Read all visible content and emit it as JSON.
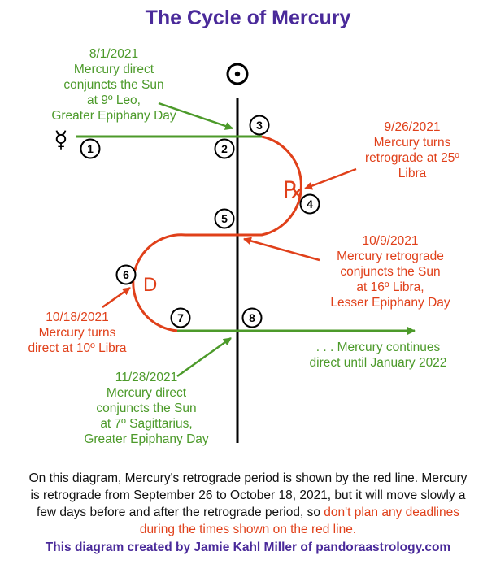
{
  "title": "The Cycle of Mercury",
  "symbols": {
    "sun": "sun-symbol",
    "mercury": "☿",
    "retrograde": "℞",
    "direct": "D"
  },
  "points": [
    "1",
    "2",
    "3",
    "4",
    "5",
    "6",
    "7",
    "8"
  ],
  "labels": {
    "aug": [
      "8/1/2021",
      "Mercury direct",
      "conjuncts the Sun",
      "at 9º Leo,",
      "Greater Epiphany Day"
    ],
    "sep": [
      "9/26/2021",
      "Mercury turns",
      "retrograde at 25º",
      "Libra"
    ],
    "oct9": [
      "10/9/2021",
      "Mercury retrograde",
      "conjuncts the Sun",
      "at 16º Libra,",
      "Lesser Epiphany Day"
    ],
    "oct18": [
      "10/18/2021",
      "Mercury turns",
      "direct at 10º Libra"
    ],
    "continues": [
      ". . . Mercury continues",
      "direct until January 2022"
    ],
    "nov": [
      "11/28/2021",
      "Mercury direct",
      "conjuncts the Sun",
      "at 7º Sagittarius,",
      "Greater Epiphany Day"
    ]
  },
  "caption": {
    "part1": "On this diagram, Mercury's retrograde period is shown by the red line. Mercury is retrograde from September 26 to October 18, 2021, but it will move slowly a few days before and after the retrograde period, so ",
    "part2": "don't plan any deadlines during the times shown on the red line."
  },
  "credit": "This diagram created by Jamie Kahl Miller of pandoraastrology.com",
  "colors": {
    "green": "#4c9a2a",
    "red": "#e0401a",
    "purple": "#4a2a9a"
  }
}
